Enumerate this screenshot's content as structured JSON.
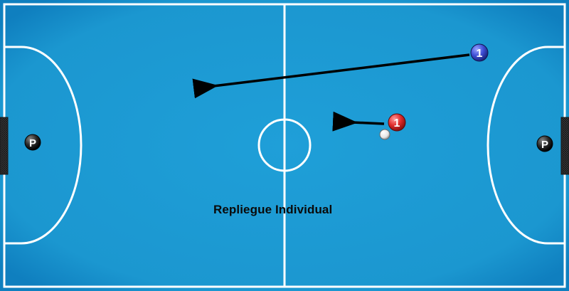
{
  "diagram": {
    "caption": "Repliegue Individual",
    "court_color": "#1e9ad2",
    "line_color": "#ffffff",
    "goal_color": "#2a2a2a",
    "arrow_color": "#000000"
  },
  "players": {
    "blue_player": {
      "label": "1",
      "color": "#3f4fd6"
    },
    "red_player": {
      "label": "1",
      "color": "#e02b2b"
    },
    "left_goalkeeper": {
      "label": "P",
      "color": "#1a1a1a"
    },
    "right_goalkeeper": {
      "label": "P",
      "color": "#1a1a1a"
    }
  },
  "ball": {
    "color": "#f2f2f2"
  }
}
